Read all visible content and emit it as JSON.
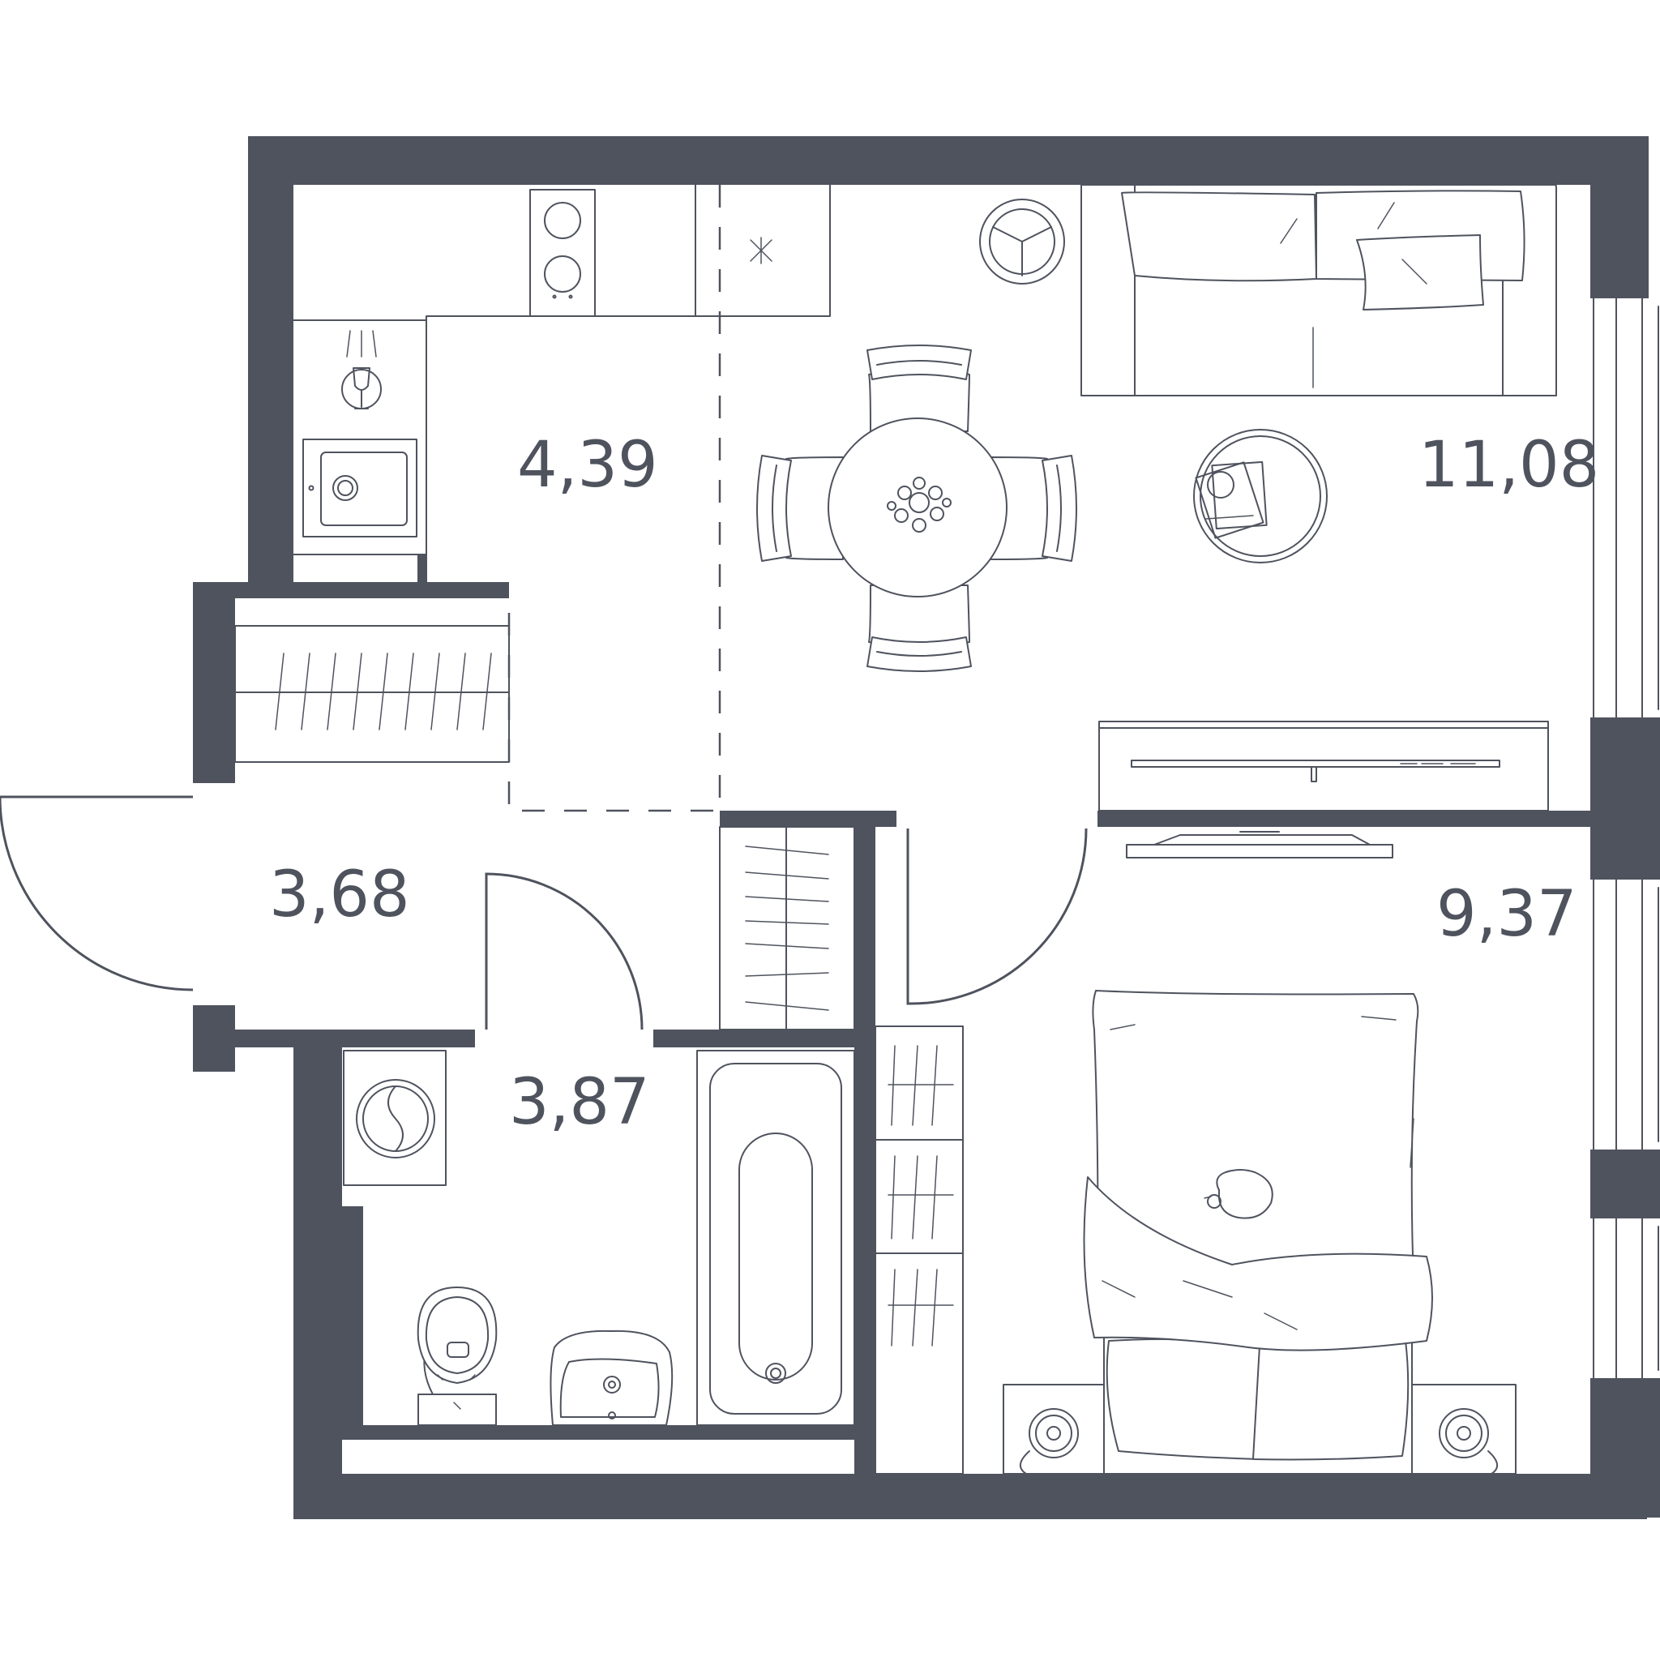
{
  "rooms": {
    "kitchen_area": "4,39",
    "living_area": "11,08",
    "hallway_area": "3,68",
    "bathroom_area": "3,87",
    "bedroom_area": "9,37"
  },
  "colors": {
    "wall": "#4f535e",
    "background": "#ffffff"
  }
}
